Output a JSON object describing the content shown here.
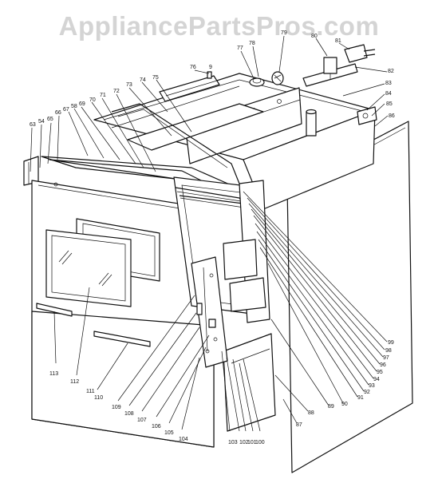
{
  "watermark": "AppliancePartsPros.com",
  "callouts": [
    {
      "id": "63"
    },
    {
      "id": "54"
    },
    {
      "id": "65"
    },
    {
      "id": "66"
    },
    {
      "id": "67"
    },
    {
      "id": "58"
    },
    {
      "id": "69"
    },
    {
      "id": "70"
    },
    {
      "id": "71"
    },
    {
      "id": "72"
    },
    {
      "id": "73"
    },
    {
      "id": "74"
    },
    {
      "id": "75"
    },
    {
      "id": "76"
    },
    {
      "id": "77"
    },
    {
      "id": "78"
    },
    {
      "id": "79"
    },
    {
      "id": "80"
    },
    {
      "id": "81"
    },
    {
      "id": "82"
    },
    {
      "id": "83"
    },
    {
      "id": "84"
    },
    {
      "id": "85"
    },
    {
      "id": "86"
    },
    {
      "id": "87"
    },
    {
      "id": "88"
    },
    {
      "id": "89"
    },
    {
      "id": "90"
    },
    {
      "id": "91"
    },
    {
      "id": "92"
    },
    {
      "id": "93"
    },
    {
      "id": "94"
    },
    {
      "id": "95"
    },
    {
      "id": "96"
    },
    {
      "id": "97"
    },
    {
      "id": "98"
    },
    {
      "id": "99"
    },
    {
      "id": "100"
    },
    {
      "id": "101"
    },
    {
      "id": "102"
    },
    {
      "id": "103"
    },
    {
      "id": "104"
    },
    {
      "id": "105"
    },
    {
      "id": "106"
    },
    {
      "id": "107"
    },
    {
      "id": "108"
    },
    {
      "id": "109"
    },
    {
      "id": "110"
    },
    {
      "id": "111"
    },
    {
      "id": "112"
    },
    {
      "id": "113"
    },
    {
      "id": "9"
    }
  ]
}
